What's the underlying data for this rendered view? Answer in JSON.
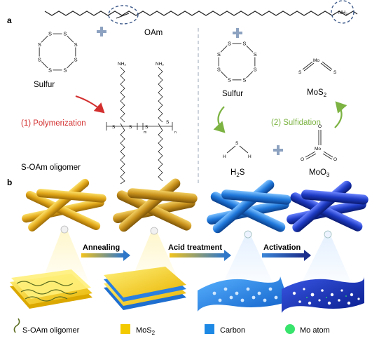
{
  "panels": {
    "a": "a",
    "b": "b"
  },
  "sulfur_atom": "S",
  "labels": {
    "oam": "OAm",
    "sulfur_left": "Sulfur",
    "sulfur_right": "Sulfur",
    "nh2_top": "NH",
    "nh2_top_sub": "2",
    "nh2_chain": "NH₂",
    "polymerization": "(1) Polymerization",
    "oligomer": "S-OAm oligomer",
    "sulfidation": "(2) Sulfidation",
    "mos2_formula": "MoS",
    "mos2_sub": "2",
    "h2s_formula": "H",
    "h2s_sub": "2",
    "h2s_tail": "S",
    "moo3_formula": "MoO",
    "moo3_sub": "3",
    "mo": "Mo",
    "o": "O",
    "h": "H",
    "sub_n": "n",
    "sub_m": "m"
  },
  "steps": [
    "Annealing",
    "Acid treatment",
    "Activation"
  ],
  "legend": [
    {
      "label": "S-OAm oligomer",
      "sub": "",
      "color": "#5a6b1e"
    },
    {
      "label": "MoS",
      "sub": "2",
      "color": "#f3c900"
    },
    {
      "label": "Carbon",
      "sub": "",
      "color": "#1e88e5"
    },
    {
      "label": "Mo atom",
      "sub": "",
      "color": "#39e46d"
    }
  ],
  "colors": {
    "accent_red": "#d32f2f",
    "accent_green": "#7cb342",
    "plus": "#8da2c0",
    "gold": "#e0b01e",
    "blue": "#1b6fd0",
    "navy": "#0b2a9e"
  }
}
